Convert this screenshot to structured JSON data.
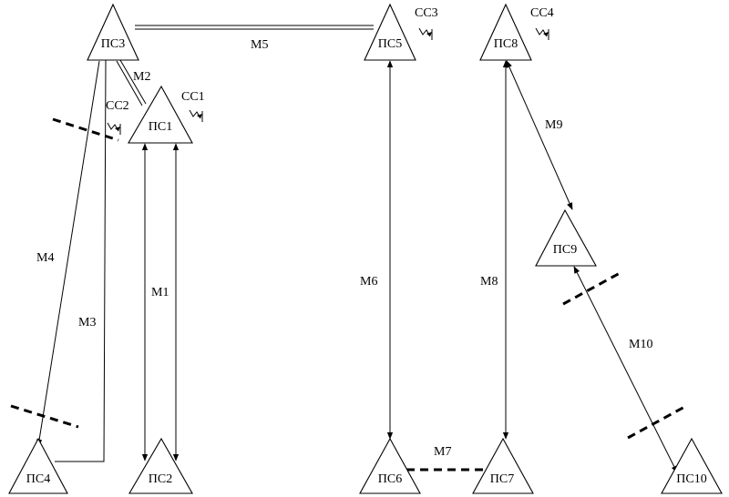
{
  "nodes": {
    "ps3": "ПС3",
    "ps5": "ПС5",
    "ps8": "ПС8",
    "ps1": "ПС1",
    "ps9": "ПС9",
    "ps4": "ПС4",
    "ps2": "ПС2",
    "ps6": "ПС6",
    "ps7": "ПС7",
    "ps10": "ПС10"
  },
  "edges": {
    "m1": "М1",
    "m2": "М2",
    "m3": "М3",
    "m4": "М4",
    "m5": "М5",
    "m6": "М6",
    "m7": "М7",
    "m8": "М8",
    "m9": "М9",
    "m10": "М10"
  },
  "clocks": {
    "cc1": "СС1",
    "cc2": "СС2",
    "cc3": "СС3",
    "cc4": "СС4"
  }
}
